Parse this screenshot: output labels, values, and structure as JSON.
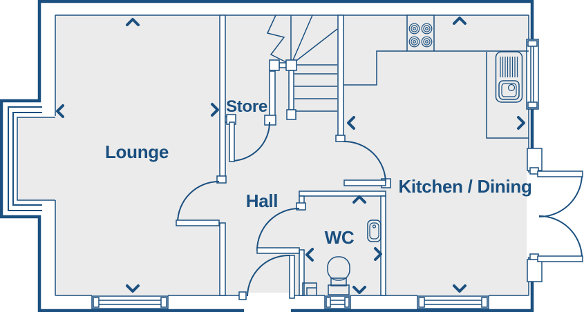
{
  "plan": {
    "type": "floor-plan",
    "rooms": {
      "lounge": {
        "label": "Lounge"
      },
      "store": {
        "label": "Store"
      },
      "hall": {
        "label": "Hall"
      },
      "wc": {
        "label": "WC"
      },
      "kitchen_dining": {
        "label": "Kitchen / Dining"
      }
    },
    "fixtures": {
      "stairs": "winder-stairs",
      "hob": "hob-4-burners",
      "sink": "sink-with-drainer",
      "toilet": "toilet",
      "basin": "wash-basin",
      "bay_window": "bay-window",
      "french_doors": "french-doors-outward",
      "front_door": "front-door",
      "windows": [
        "lounge-bottom-window",
        "wc-bottom-window",
        "kitchen-bottom-window",
        "kitchen-right-window"
      ]
    },
    "markers": {
      "description": "chevron wall-midpoint markers",
      "count": 12
    },
    "colors": {
      "line": "#1a4f7f",
      "floor": "#ebebeb",
      "wall_fill": "#ffffff",
      "background": "#ffffff"
    }
  }
}
